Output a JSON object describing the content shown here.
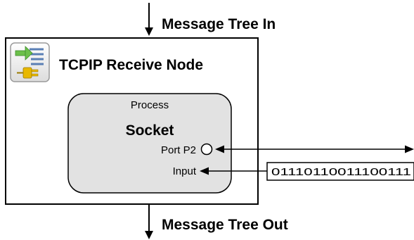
{
  "labels": {
    "message_in": "Message Tree In",
    "message_out": "Message Tree Out",
    "node_title": "TCPIP Receive Node",
    "process_caption": "Process",
    "socket_title": "Socket",
    "port_label": "Port P2",
    "input_label": "Input",
    "bitstream": "01110110011100111"
  },
  "icons": {
    "node_icon": "tcpip-receive-node-icon"
  },
  "colors": {
    "process_fill": "#e2e2e2",
    "icon_arrow": "#6cc04a",
    "icon_plug": "#e8b800",
    "icon_lines": "#5a7fb5",
    "stroke": "#000000"
  }
}
